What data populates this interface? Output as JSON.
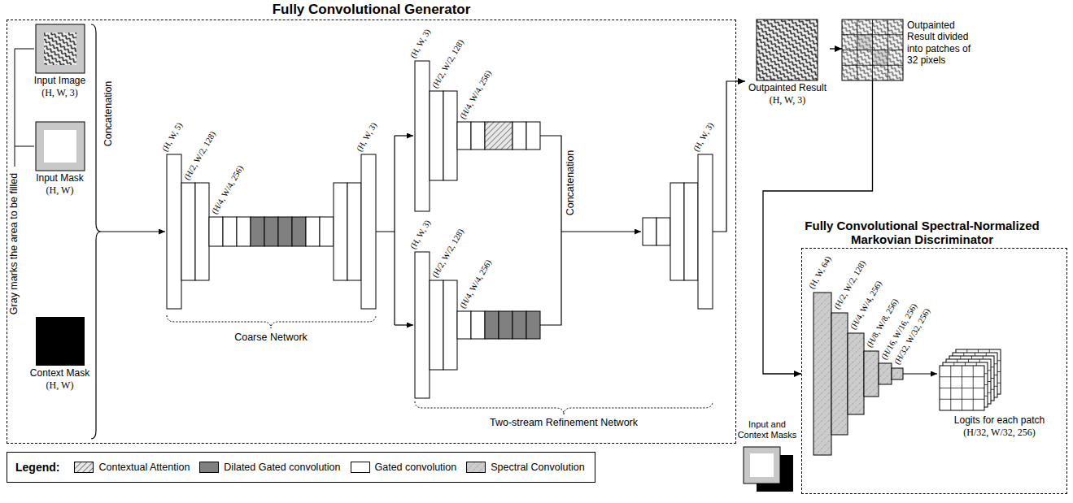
{
  "diagram": {
    "nodes": [
      {
        "text": [
          "Fully Convolutional Generator"
        ]
      },
      {
        "text": [
          "Input Image",
          "(H, W, 3)"
        ],
        "in": 0
      },
      {
        "text": [
          "Input Mask",
          "(H, W)"
        ],
        "in": 0
      },
      {
        "text": [
          "Context Mask",
          "(H, W)"
        ],
        "in": 0
      },
      {
        "text": [
          "Outpainted Result",
          "(H, W, 3)"
        ]
      },
      {
        "text": [
          "Outpainted Result divided into patches of 32 pixels"
        ]
      },
      {
        "text": [
          "Fully Convolutional Spectral-Normalized Markovian Discriminator"
        ]
      },
      {
        "text": [
          "Logits for each patch",
          "(H/32, W/32, 256)"
        ],
        "in": 6
      },
      {
        "text": [
          "Input and Context Masks"
        ]
      }
    ],
    "edges": [
      {
        "from": 0,
        "to": 4,
        "arrow": "to"
      },
      {
        "from": 4,
        "to": 5,
        "arrow": "to"
      },
      {
        "from": 5,
        "to": 6,
        "arrow": "to"
      }
    ],
    "labels": [
      "Gray marks the area to be filled",
      "Concatenation",
      "(H, W, 5)",
      "(H/2, W/2, 128)",
      "(H/4, W/4, 256)",
      "(H, W, 3)",
      "Coarse Network",
      "(H, W, 3)",
      "(H/2, W/2, 128)",
      "(H/4, W/4, 256)",
      "(H, W, 3)",
      "(H/2, W/2, 128)",
      "(H/4, W/4, 256)",
      "Concatenation",
      "Two-stream Refinement Network",
      "(H, W, 3)",
      "(H, W, 64)",
      "(H/2, W/2, 128)",
      "(H/4, W/4, 256)",
      "(H/8, W/8, 256)",
      "(H/16, W/16, 256)",
      "(H/32, W/32, 256)",
      "Legend:"
    ],
    "legend": [
      {
        "text": "Contextual Attention"
      },
      {
        "text": "Dilated Gated convolution",
        "color": "#808080"
      },
      {
        "text": "Gated convolution",
        "color": "#ffffff"
      },
      {
        "text": "Spectral Convolution"
      }
    ]
  }
}
